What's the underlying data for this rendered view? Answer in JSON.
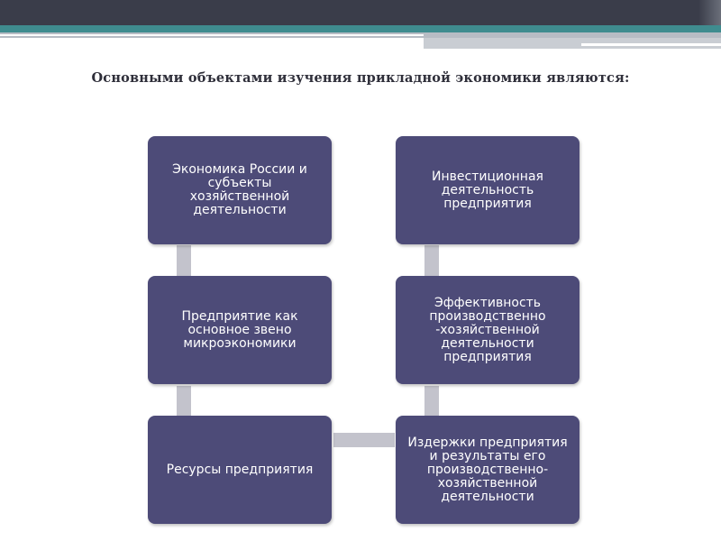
{
  "title": "Основными объектами изучения прикладной экономики являются:",
  "boxes": {
    "left": [
      "Экономика России и субъекты хозяйственной деятельности",
      "Предприятие как основное звено микроэкономики",
      "Ресурсы предприятия"
    ],
    "right": [
      "Инвестиционная деятельность предприятия",
      "Эффективность производственно -хозяйственной деятельности предприятия",
      "Издержки предприятия и результаты его производственно-хозяйственной деятельности"
    ]
  },
  "colors": {
    "box_fill": "#4d4b78",
    "connector": "#c3c3cc",
    "header_dark": "#3a3d4a",
    "header_teal": "#3f8c8f"
  }
}
